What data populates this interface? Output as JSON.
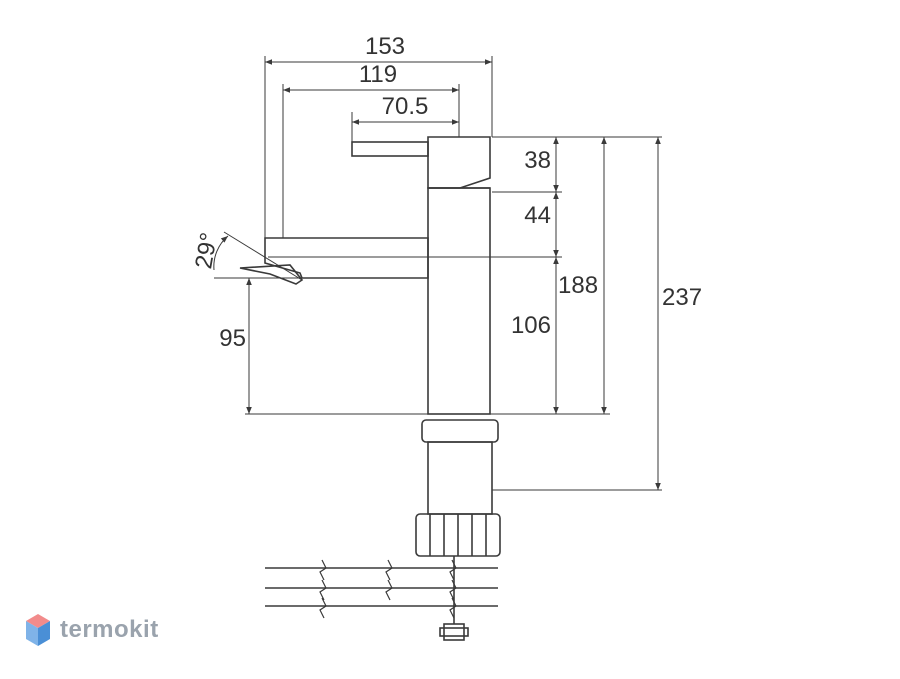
{
  "dimensions": {
    "width_total": "153",
    "width_spout_to_axis": "119",
    "width_handle": "70.5",
    "height_handle": "38",
    "height_body_upper": "44",
    "height_to_spout": "106",
    "height_body": "188",
    "height_total": "237",
    "height_spout_outlet": "95",
    "angle_spout": "29°"
  },
  "brand": {
    "name": "termokit",
    "logo_colors": {
      "top": "#f28b8b",
      "left": "#7fb3e8",
      "right": "#4a8fd6"
    }
  },
  "colors": {
    "line": "#3a3a3a",
    "text": "#333333"
  }
}
